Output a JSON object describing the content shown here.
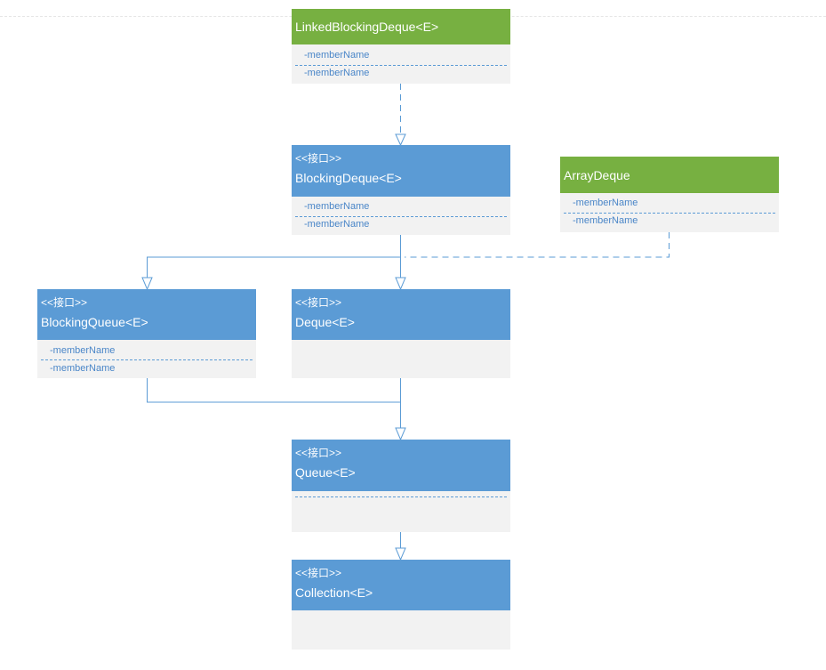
{
  "interface_stereotype": "<<接口>>",
  "member_label": "-memberName",
  "classes": {
    "linked_blocking_deque": {
      "name": "LinkedBlockingDeque<E>",
      "members": [
        "-memberName",
        "-memberName"
      ]
    },
    "blocking_deque": {
      "stereotype": "<<接口>>",
      "name": "BlockingDeque<E>",
      "members": [
        "-memberName",
        "-memberName"
      ]
    },
    "array_deque": {
      "name": "ArrayDeque",
      "members": [
        "-memberName",
        "-memberName"
      ]
    },
    "blocking_queue": {
      "stereotype": "<<接口>>",
      "name": "BlockingQueue<E>",
      "members": [
        "-memberName",
        "-memberName"
      ]
    },
    "deque": {
      "stereotype": "<<接口>>",
      "name": "Deque<E>"
    },
    "queue": {
      "stereotype": "<<接口>>",
      "name": "Queue<E>"
    },
    "collection": {
      "stereotype": "<<接口>>",
      "name": "Collection<E>"
    }
  },
  "colors": {
    "class_header": "#77b041",
    "interface_header": "#5b9bd5",
    "body": "#f2f2f2",
    "connector": "#5b9bd5"
  }
}
